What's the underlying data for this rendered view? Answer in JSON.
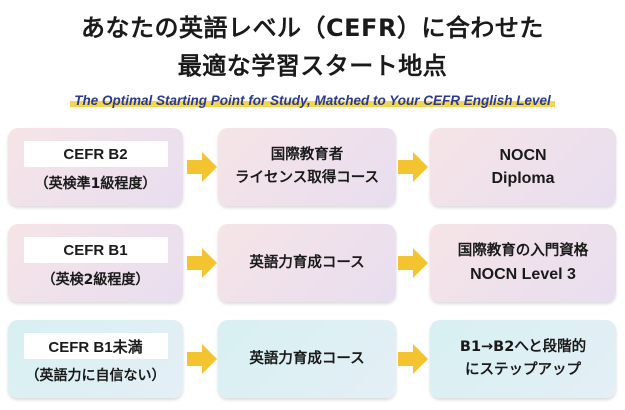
{
  "title": {
    "line1": "あなたの英語レベル（CEFR）に合わせた",
    "line2": "最適な学習スタート地点"
  },
  "subtitle": "The Optimal Starting Point for Study, Matched to Your CEFR English Level",
  "rows": [
    {
      "level": "CEFR B2",
      "level_note": "（英検準1級程度）",
      "course_line1": "国際教育者",
      "course_line2": "ライセンス取得コース",
      "goal_line1": "NOCN",
      "goal_line2": "Diploma"
    },
    {
      "level": "CEFR B1",
      "level_note": "（英検2級程度）",
      "course_line1": "英語力育成コース",
      "goal_line1": "国際教育の入門資格",
      "goal_line2": "NOCN Level 3"
    },
    {
      "level": "CEFR B1未満",
      "level_note": "（英語力に自信ない）",
      "course_line1": "英語力育成コース",
      "goal_line1": "B1→B2へと段階的",
      "goal_line2": "にステップアップ"
    }
  ],
  "colors": {
    "arrow": "#f4c430",
    "subtitle_text": "#2b3a8c",
    "highlight": "#f5d44e"
  }
}
